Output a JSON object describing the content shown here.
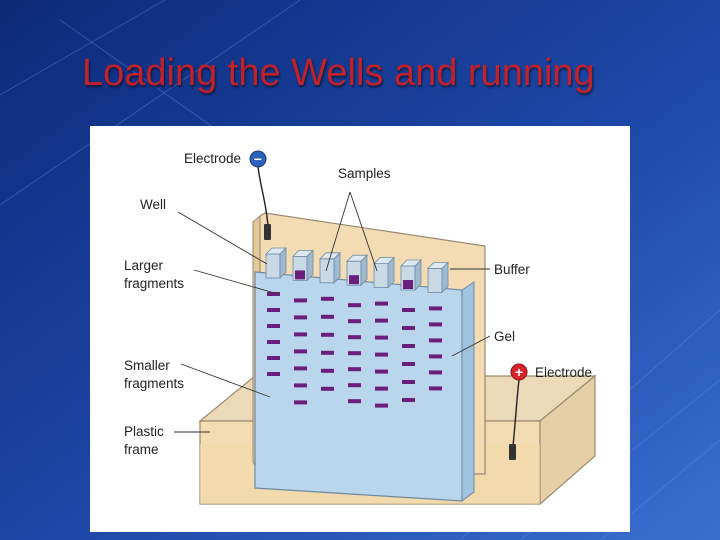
{
  "slide": {
    "title": "Loading the Wells and running"
  },
  "colors": {
    "title": "#c0212b",
    "background_dark": "#0d2a78",
    "background_light": "#3a6fd0",
    "gel": "#b9d6ec",
    "buffer": "#f3dcb3",
    "band": "#6b1f7d",
    "electrode_negative": "#2a62b8",
    "electrode_positive": "#d8232a"
  },
  "diagram": {
    "labels": {
      "electrode_negative": "Electrode",
      "samples": "Samples",
      "well": "Well",
      "larger_fragments_line1": "Larger",
      "larger_fragments_line2": "fragments",
      "buffer": "Buffer",
      "gel": "Gel",
      "electrode_positive": "Electrode",
      "smaller_fragments_line1": "Smaller",
      "smaller_fragments_line2": "fragments",
      "plastic_frame_line1": "Plastic",
      "plastic_frame_line2": "frame"
    },
    "symbols": {
      "negative": "−",
      "positive": "+"
    },
    "lanes": 7,
    "lane_band_counts": [
      6,
      7,
      6,
      7,
      7,
      6,
      6
    ],
    "filled_wells": [
      1,
      3,
      5
    ]
  }
}
